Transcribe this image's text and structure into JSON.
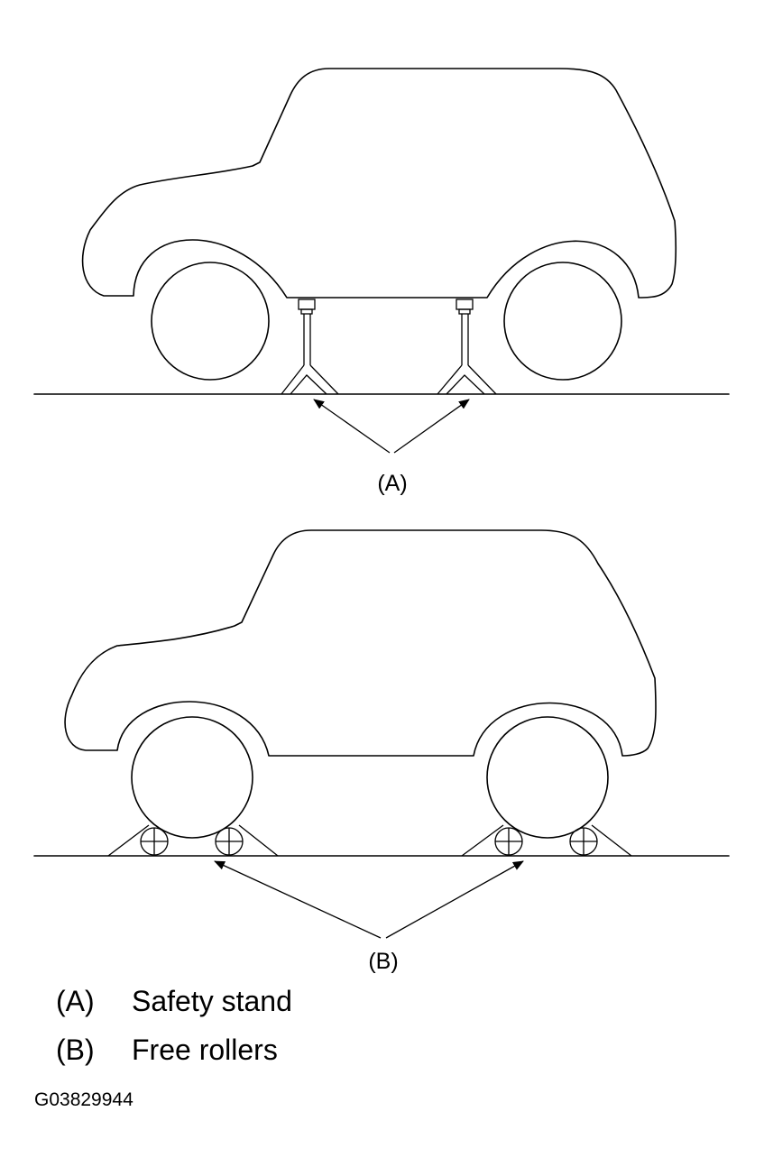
{
  "diagram": {
    "label_a": "(A)",
    "label_b": "(B)"
  },
  "legend": [
    {
      "key": "(A)",
      "text": "Safety stand"
    },
    {
      "key": "(B)",
      "text": "Free rollers"
    }
  ],
  "figure_code": "G03829944"
}
